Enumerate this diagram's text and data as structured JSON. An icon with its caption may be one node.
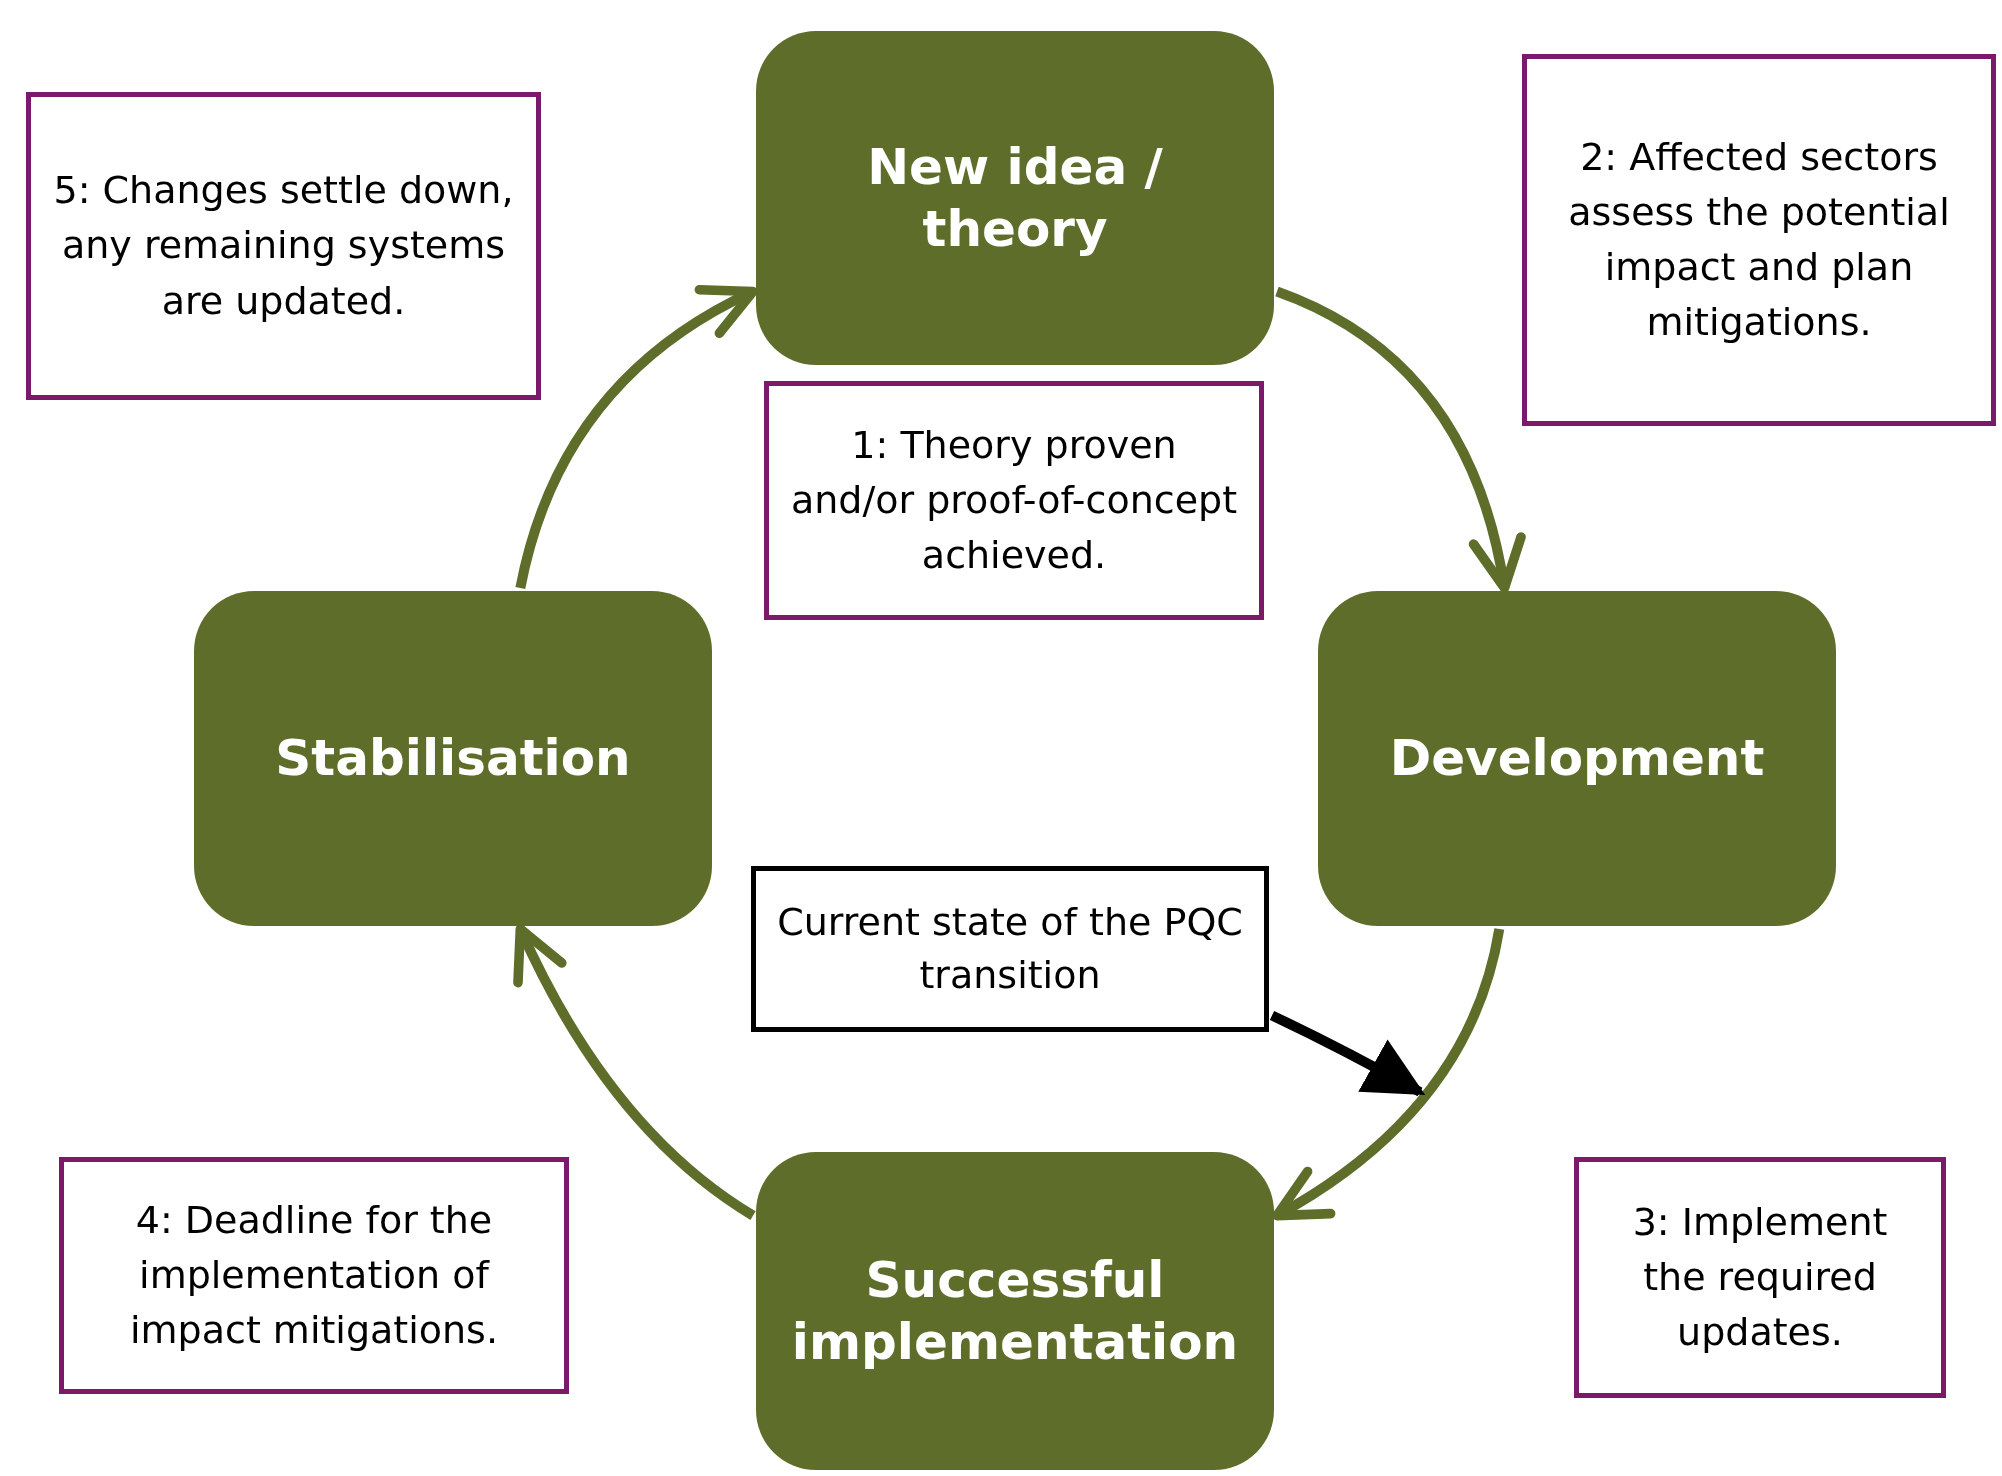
{
  "diagram": {
    "nodes": [
      {
        "text": [
          "New idea / theory"
        ]
      },
      {
        "text": [
          "1: Theory proven and/or proof-of-concept achieved."
        ]
      },
      {
        "text": [
          "2: Affected sectors assess the potential impact and plan mitigations."
        ]
      },
      {
        "text": [
          "Development"
        ]
      },
      {
        "text": [
          "Current state of the PQC transition"
        ]
      },
      {
        "text": [
          "3: Implement the required updates."
        ]
      },
      {
        "text": [
          "Successful implementation"
        ]
      },
      {
        "text": [
          "4: Deadline for the implementation of impact mitigations."
        ]
      },
      {
        "text": [
          "Stabilisation"
        ]
      },
      {
        "text": [
          "5: Changes settle down, any remaining systems are updated."
        ]
      }
    ],
    "edges": [
      {
        "from": 0,
        "to": 3,
        "arrow": "to"
      },
      {
        "from": 3,
        "to": 6,
        "arrow": "to"
      },
      {
        "from": 6,
        "to": 8,
        "arrow": "to"
      },
      {
        "from": 8,
        "to": 0,
        "arrow": "to"
      },
      {
        "from": 4,
        "to": null,
        "arrow": "to",
        "color": "#000000"
      }
    ]
  }
}
